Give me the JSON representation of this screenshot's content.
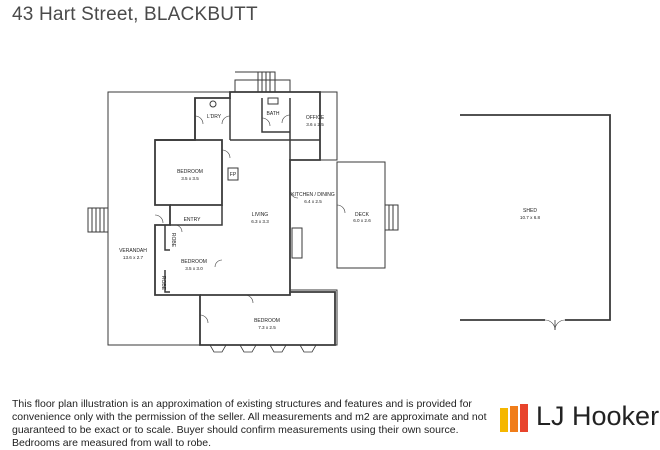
{
  "header": {
    "title": "43 Hart Street, BLACKBUTT"
  },
  "rooms": {
    "ldry": {
      "name": "L'DRY"
    },
    "bath": {
      "name": "BATH"
    },
    "office": {
      "name": "OFFICE",
      "size": "3.6 x 2.5"
    },
    "bedroom1": {
      "name": "BEDROOM",
      "size": "3.5 x 3.5"
    },
    "fireplace": {
      "name": "FP"
    },
    "kitchen": {
      "name": "KITCHEN / DINING",
      "size": "6.4 x 2.5"
    },
    "deck": {
      "name": "DECK",
      "size": "6.0 x 2.6"
    },
    "entry": {
      "name": "ENTRY"
    },
    "living": {
      "name": "LIVING",
      "size": "6.3 x 3.3"
    },
    "robe1": {
      "name": "ROBE"
    },
    "robe2": {
      "name": "ROBE"
    },
    "verandah": {
      "name": "VERANDAH",
      "size": "13.6 x 2.7"
    },
    "bedroom2": {
      "name": "BEDROOM",
      "size": "3.5 x 3.0"
    },
    "bedroom3": {
      "name": "BEDROOM",
      "size": "7.3 x 2.5"
    },
    "shed": {
      "name": "SHED",
      "size": "10.7 x 6.8"
    }
  },
  "footer": {
    "disclaimer": "This floor plan illustration is an approximation of existing structures and features and is provided for convenience only with the permission of the seller. All measurements and m2 are approximate and not guaranteed to be exact or to scale. Buyer should confirm measurements using their own source. Bedrooms are measured from wall to robe.",
    "brand": "LJ Hooker"
  },
  "colors": {
    "brand_yellow": "#f5b700",
    "brand_orange": "#f07d1a",
    "brand_red": "#e8442c",
    "wall": "#3a3a3a"
  }
}
